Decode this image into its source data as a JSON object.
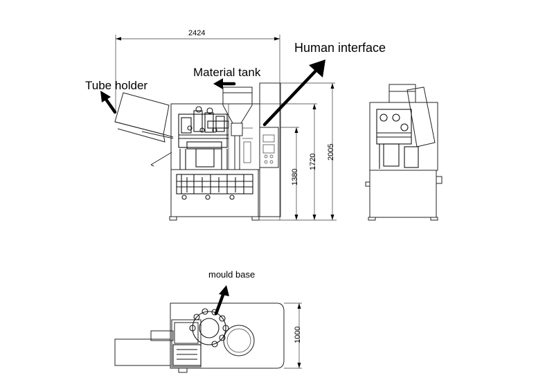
{
  "labels": {
    "human_interface": "Human interface",
    "material_tank": "Material tank",
    "tube_holder": "Tube holder",
    "mould_base": "mould base"
  },
  "dimensions": {
    "overall_length": "2424",
    "height_1": "1380",
    "height_2": "1720",
    "height_3": "2005",
    "width": "1000"
  }
}
